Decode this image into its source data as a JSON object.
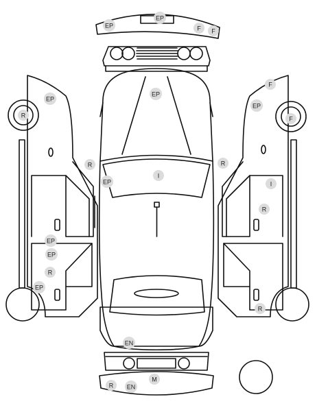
{
  "diagram": {
    "markers": [
      {
        "label": "EP"
      },
      {
        "label": "EP"
      },
      {
        "label": "F"
      },
      {
        "label": "F"
      },
      {
        "label": "EP"
      },
      {
        "label": "I"
      },
      {
        "label": "R"
      },
      {
        "label": "R"
      },
      {
        "label": "EP"
      },
      {
        "label": "EN"
      },
      {
        "label": "M"
      },
      {
        "label": "R"
      },
      {
        "label": "EN"
      },
      {
        "label": "R"
      },
      {
        "label": "EP"
      },
      {
        "label": "EP"
      },
      {
        "label": "EP"
      },
      {
        "label": "R"
      },
      {
        "label": "EP"
      },
      {
        "label": "F"
      },
      {
        "label": "EP"
      },
      {
        "label": "F"
      },
      {
        "label": "I"
      },
      {
        "label": "R"
      },
      {
        "label": "R"
      }
    ],
    "symbols": [
      "parking-mark",
      "dent-symbol",
      "round-button"
    ]
  }
}
